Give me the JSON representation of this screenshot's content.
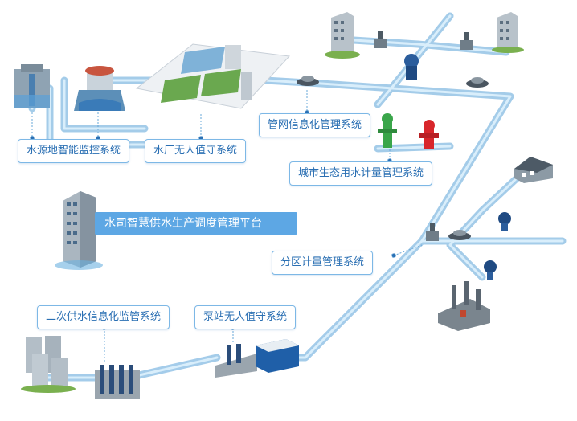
{
  "platform": {
    "title": "水司智慧供水生产调度管理平台"
  },
  "systems": {
    "water_source": "水源地智能监控系统",
    "water_plant": "水厂无人值守系统",
    "pipe_network": "管网信息化管理系统",
    "city_eco_water": "城市生态用水计量管理系统",
    "district_metering": "分区计量管理系统",
    "secondary_supply": "二次供水信息化监管系统",
    "pump_station": "泵站无人值守系统"
  },
  "colors": {
    "pipe": "#8ec5ea",
    "pipe_edge": "#5aa3d8",
    "label_border": "#7db8e6",
    "label_text": "#2a6fb3",
    "platform_bg": "#5da7e4",
    "hydrant_green": "#3aa64a",
    "hydrant_red": "#d8262b"
  },
  "icons": {
    "well": "water-well-icon",
    "water_tower": "water-tower-icon",
    "treatment_plant": "water-treatment-plant-icon",
    "building": "office-building-icon",
    "flow_meter": "flow-meter-icon",
    "sensor": "pipe-sensor-icon",
    "hydrant": "fire-hydrant-icon",
    "house": "house-icon",
    "factory": "factory-icon",
    "pump": "pump-unit-icon",
    "tank": "water-tank-icon"
  }
}
